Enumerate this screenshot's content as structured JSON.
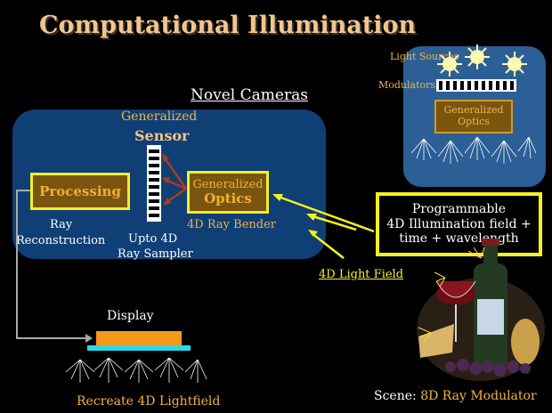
{
  "slide": {
    "title": "Computational Illumination",
    "novel_cameras": "Novel Cameras",
    "sensor_top": "Generalized",
    "sensor_bottom": "Sensor",
    "processing": "Processing",
    "optics_top": "Generalized",
    "optics_bottom": "Optics",
    "ray_bender": "4D Ray Bender",
    "ray_reconstruction_1": "Ray",
    "ray_reconstruction_2": "Reconstruction",
    "ray_sampler_1": "Upto 4D",
    "ray_sampler_2": "Ray Sampler",
    "display": "Display",
    "recreate": "Recreate 4D Lightfield",
    "light_field": "4D Light Field",
    "light_sources": "Light Sources",
    "modulators": "Modulators",
    "right_optics_1": "Generalized",
    "right_optics_2": "Optics",
    "programmable_1": "Programmable",
    "programmable_2": "4D Illumination field +",
    "programmable_3": "time + wavelength",
    "scene_label": "Scene: ",
    "scene_value": "8D Ray Modulator"
  },
  "colors": {
    "panel": "#0f3f75",
    "box_border": "#f2ef2a",
    "box_fill": "#7a5510",
    "title": "#f3c58a",
    "orange_text": "#f3b02f"
  }
}
